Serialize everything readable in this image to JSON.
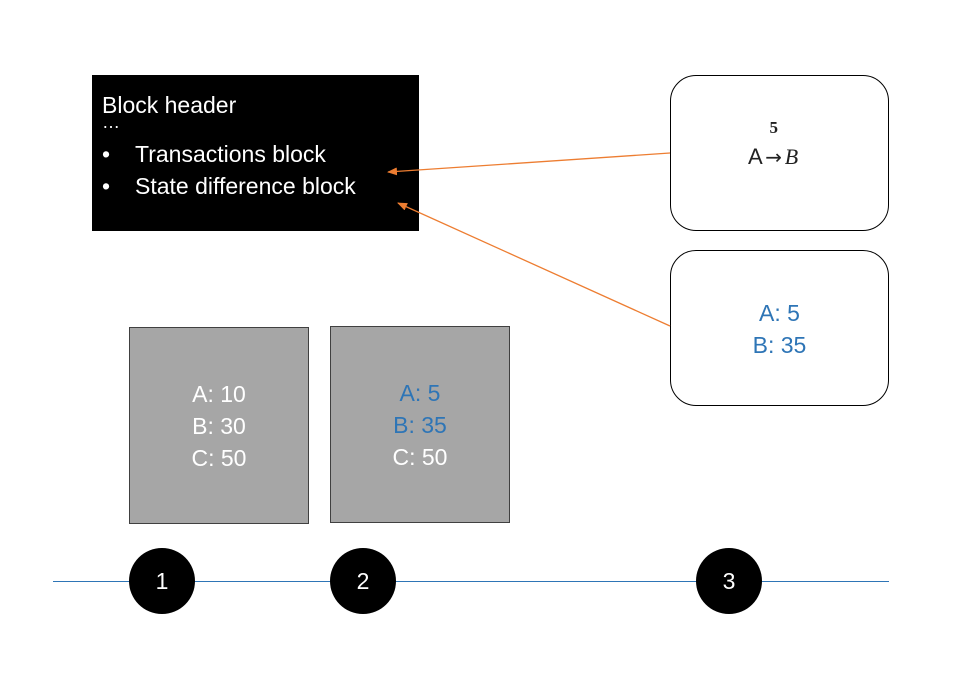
{
  "header_block": {
    "title": "Block header",
    "ellipsis": "…",
    "bullets": [
      "Transactions block",
      "State difference block"
    ]
  },
  "transaction": {
    "from": "A",
    "amount": "5",
    "to": "B"
  },
  "state_difference": {
    "lines": [
      "A: 5",
      "B: 35"
    ]
  },
  "blocks": [
    {
      "lines": [
        "A: 10",
        "B: 30",
        "C: 50"
      ]
    },
    {
      "lines": [
        "A: 5",
        "B: 35",
        "C: 50"
      ]
    }
  ],
  "timeline_markers": [
    "1",
    "2",
    "3"
  ],
  "colors": {
    "arrow": "#ED7D31",
    "highlight": "#2E75B6",
    "block_fill": "#A6A6A6",
    "timeline": "#2E75B6"
  }
}
